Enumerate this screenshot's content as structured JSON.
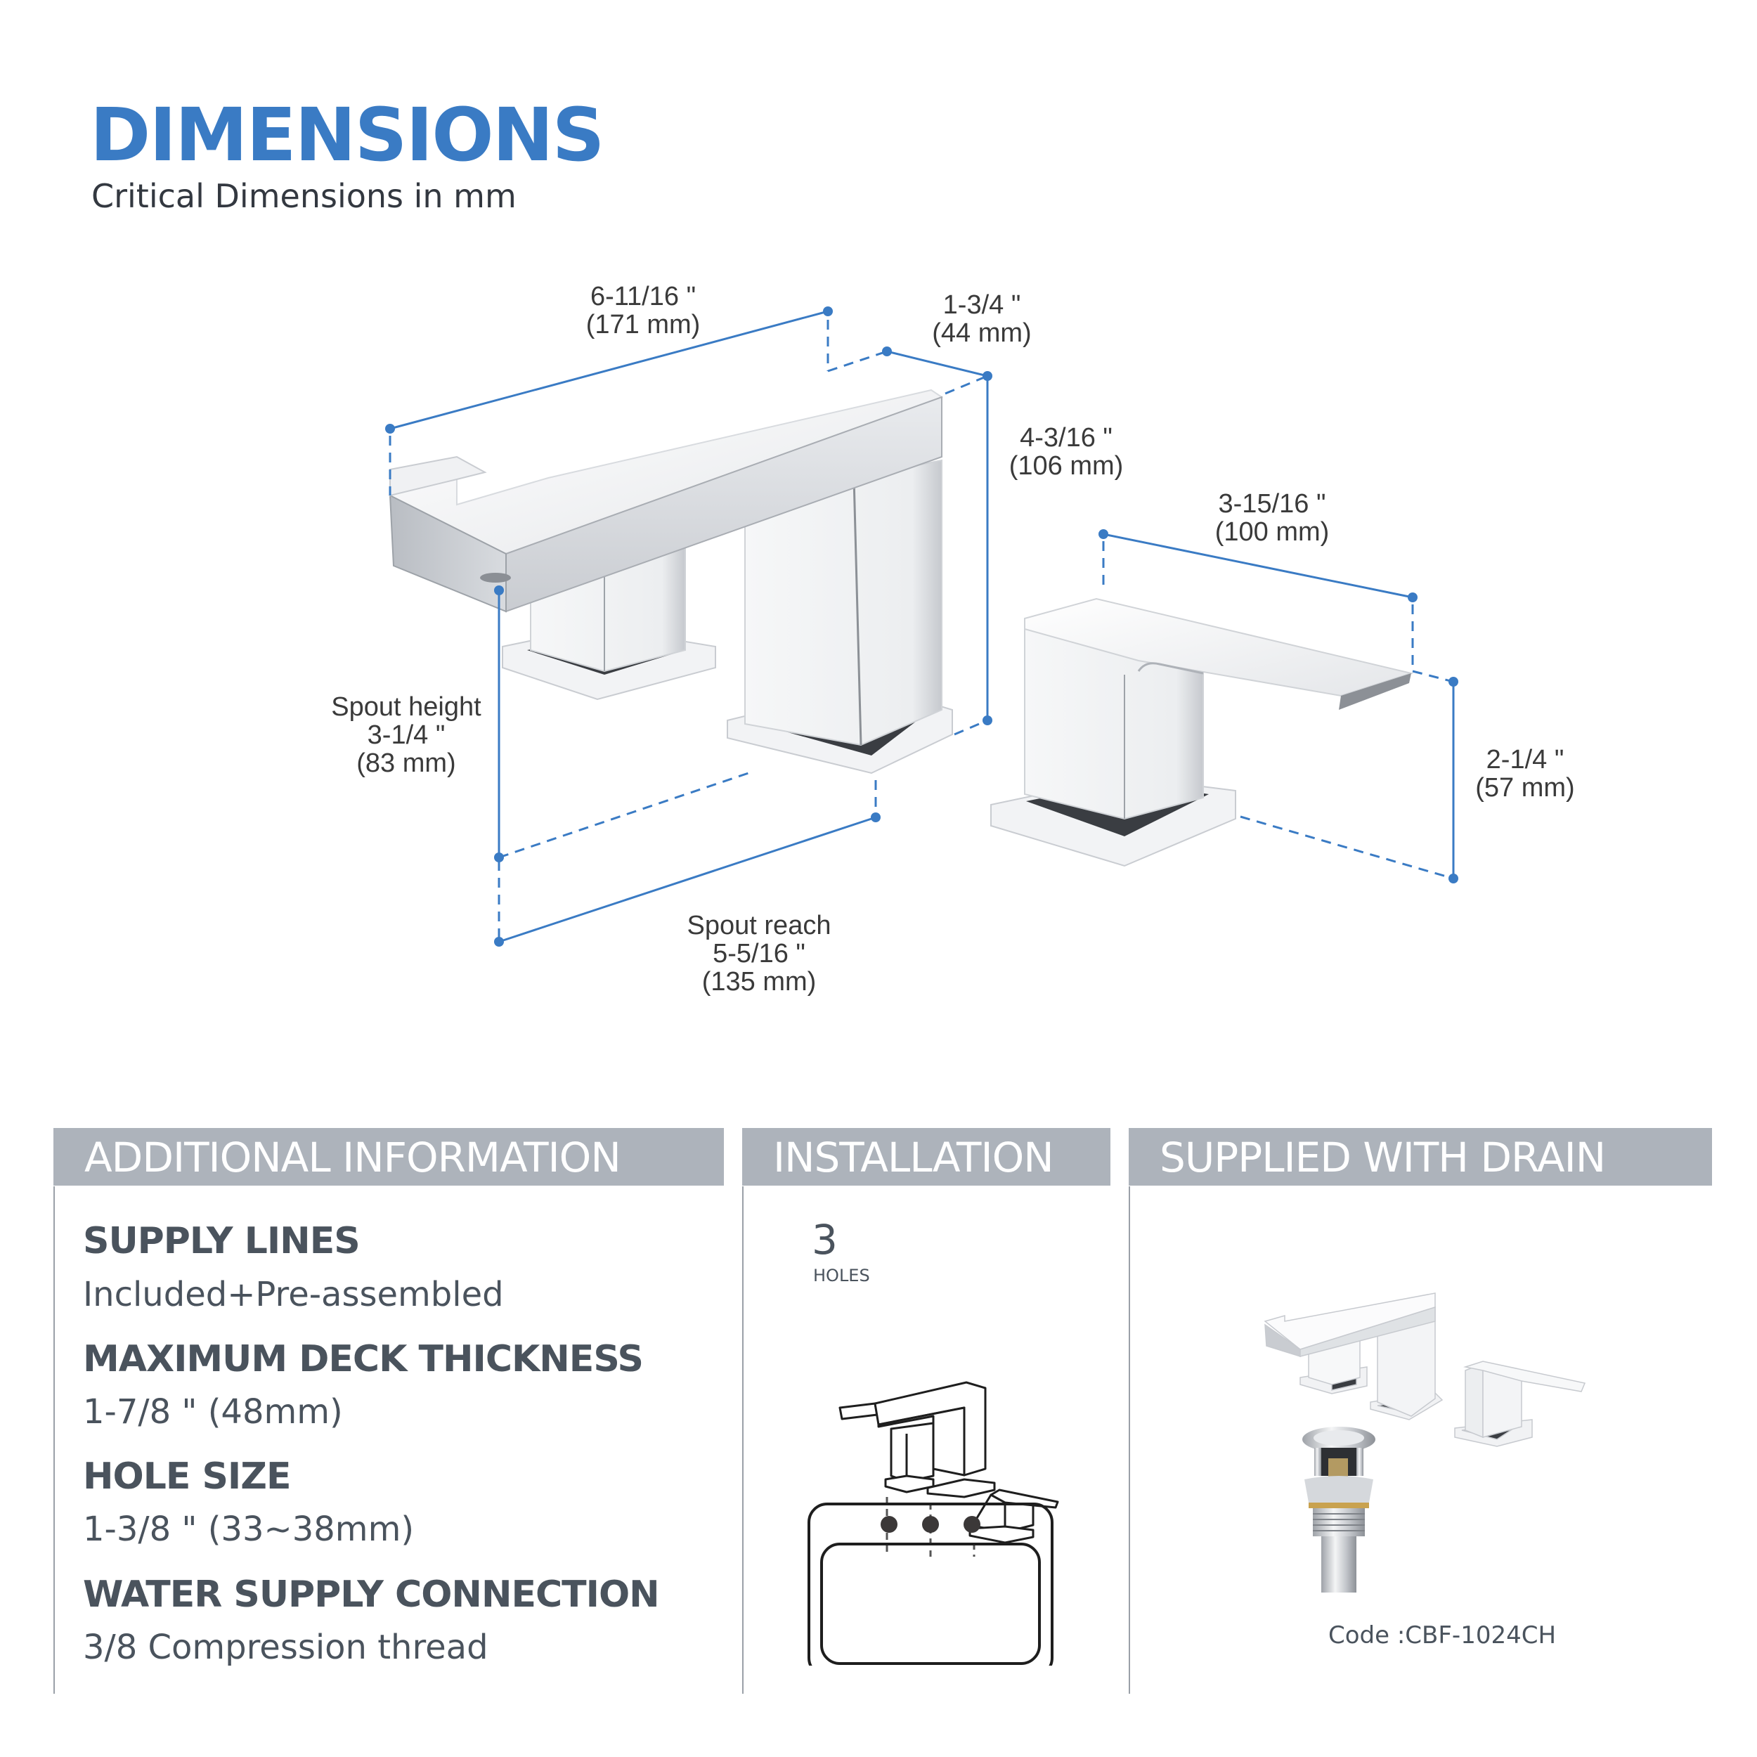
{
  "header": {
    "title": "DIMENSIONS",
    "subtitle": "Critical Dimensions in mm"
  },
  "dimensions": {
    "overall_length": {
      "inch": "6-11/16 \"",
      "mm": "(171 mm)"
    },
    "body_depth": {
      "inch": "1-3/4 \"",
      "mm": "(44 mm)"
    },
    "overall_height": {
      "inch": "4-3/16 \"",
      "mm": "(106 mm)"
    },
    "handle_length": {
      "inch": "3-15/16 \"",
      "mm": "(100 mm)"
    },
    "handle_height": {
      "inch": "2-1/4 \"",
      "mm": "(57 mm)"
    },
    "spout_height": {
      "label": "Spout height",
      "inch": "3-1/4 \"",
      "mm": "(83 mm)"
    },
    "spout_reach": {
      "label": "Spout reach",
      "inch": "5-5/16 \"",
      "mm": "(135 mm)"
    }
  },
  "panels": {
    "additional": {
      "title": "ADDITIONAL INFORMATION",
      "items": [
        {
          "key": "SUPPLY LINES",
          "value": "Included+Pre-assembled"
        },
        {
          "key": "MAXIMUM DECK THICKNESS",
          "value": "1-7/8 \" (48mm)"
        },
        {
          "key": "HOLE SIZE",
          "value": "1-3/8 \" (33~38mm)"
        },
        {
          "key": "WATER SUPPLY CONNECTION",
          "value": "3/8 Compression thread"
        }
      ]
    },
    "installation": {
      "title": "INSTALLATION",
      "holes_count": "3",
      "holes_label": "HOLES"
    },
    "drain": {
      "title": "SUPPLIED WITH DRAIN",
      "code": "Code :CBF-1024CH"
    }
  },
  "colors": {
    "accent_blue": "#3a7bc4",
    "header_gray": "#adb3bb",
    "text_dark": "#4a535d"
  }
}
